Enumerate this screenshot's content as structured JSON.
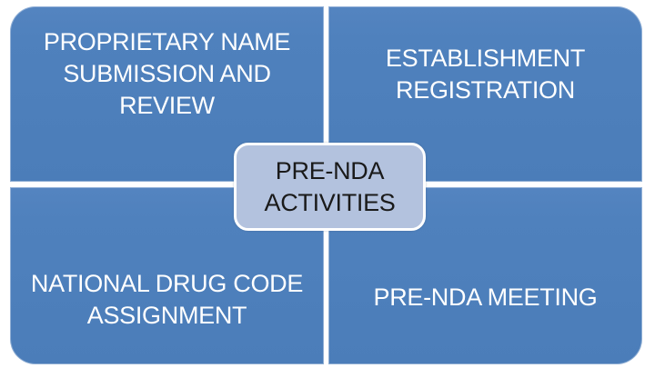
{
  "diagram": {
    "type": "quadrant-matrix",
    "center": {
      "label": "PRE-NDA ACTIVITIES"
    },
    "quadrants": [
      {
        "position": "top-left",
        "label": "PROPRIETARY NAME SUBMISSION AND REVIEW"
      },
      {
        "position": "top-right",
        "label": "ESTABLISHMENT REGISTRATION"
      },
      {
        "position": "bottom-left",
        "label": "NATIONAL DRUG CODE ASSIGNMENT"
      },
      {
        "position": "bottom-right",
        "label": "PRE-NDA MEETING"
      }
    ],
    "colors": {
      "quadrant_fill": "#4f81bd",
      "quadrant_text": "#ffffff",
      "center_fill": "#b3c2de",
      "center_border": "#ffffff",
      "center_text": "#1a1a1a",
      "background": "#ffffff"
    }
  }
}
